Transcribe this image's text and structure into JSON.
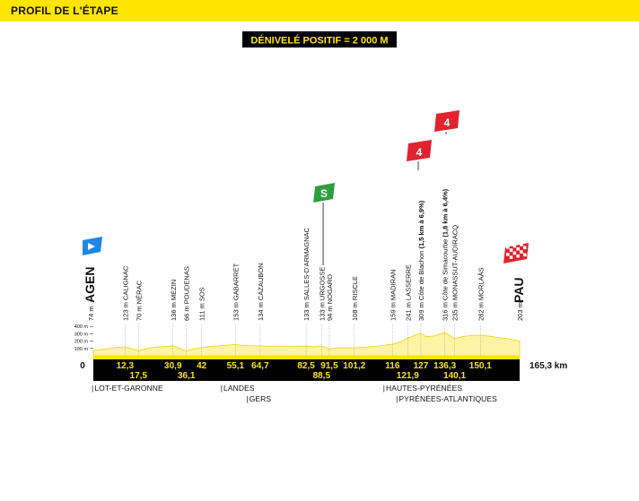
{
  "header": {
    "title": "PROFIL DE L'ÉTAPE"
  },
  "elevation_gain": "DÉNIVELÉ POSITIF = 2 000 M",
  "y_axis_ticks": [
    "400 m",
    "300 m",
    "200 m",
    "100 m"
  ],
  "distance": {
    "start": "0",
    "end": "165,3 km"
  },
  "start_town": {
    "name": "AGEN",
    "alt": "74 m"
  },
  "finish_town": {
    "name": "PAU",
    "alt": "203 m"
  },
  "places": [
    {
      "label": "123 m CALIGNAC",
      "km": 12.3
    },
    {
      "label": "70 m NÉRAC",
      "km": 17.5
    },
    {
      "label": "136 m MÉZIN",
      "km": 30.9
    },
    {
      "label": "66 m POUDENAS",
      "km": 36.1
    },
    {
      "label": "111 m SOS",
      "km": 42
    },
    {
      "label": "153 m GABARRET",
      "km": 55.1
    },
    {
      "label": "134 m CAZAUBON",
      "km": 64.7
    },
    {
      "label": "133 m SALLES-D'ARMAGNAC",
      "km": 82.5
    },
    {
      "label": "94 m NOGARO",
      "km": 91.5
    },
    {
      "label": "133 m URGOSSE",
      "km": 88.5
    },
    {
      "label": "108 m RISCLE",
      "km": 101.2
    },
    {
      "label": "159 m MADIRAN",
      "km": 116
    },
    {
      "label": "241 m LASSERRE",
      "km": 121.9
    },
    {
      "label": "309 m Côte de Blachon",
      "bold": "(1,5 km à 6,9%)",
      "km": 127
    },
    {
      "label": "316 m Côte de Simacourbe",
      "bold": "(1,8 km à 6,4%)",
      "km": 136.3
    },
    {
      "label": "235 m MONASSUT-AUDIRACQ",
      "km": 140.1
    },
    {
      "label": "282 m MORLAÀS",
      "km": 150.1
    }
  ],
  "km_labels_top": [
    {
      "text": "12,3",
      "km": 12.3
    },
    {
      "text": "30,9",
      "km": 30.9
    },
    {
      "text": "42",
      "km": 42
    },
    {
      "text": "55,1",
      "km": 55.1
    },
    {
      "text": "64,7",
      "km": 64.7
    },
    {
      "text": "82,5",
      "km": 82.5
    },
    {
      "text": "91,5",
      "km": 91.5
    },
    {
      "text": "101,2",
      "km": 101.2
    },
    {
      "text": "116",
      "km": 116
    },
    {
      "text": "127",
      "km": 127
    },
    {
      "text": "136,3",
      "km": 136.3
    },
    {
      "text": "150,1",
      "km": 150.1
    }
  ],
  "km_labels_bottom": [
    {
      "text": "17,5",
      "km": 17.5
    },
    {
      "text": "36,1",
      "km": 36.1
    },
    {
      "text": "88,5",
      "km": 88.5
    },
    {
      "text": "121,9",
      "km": 121.9
    },
    {
      "text": "140,1",
      "km": 140.1
    }
  ],
  "flags": [
    {
      "type": "start",
      "color": "#1e88e5",
      "km": 0
    },
    {
      "type": "sprint",
      "text": "S",
      "color": "#2e9e3e",
      "km": 82.5
    },
    {
      "type": "climb",
      "text": "4",
      "color": "#e0232e",
      "km": 127
    },
    {
      "type": "climb",
      "text": "4",
      "color": "#e0232e",
      "km": 136.3
    },
    {
      "type": "finish",
      "color": "#e0232e",
      "km": 165.3
    }
  ],
  "profile_points": [
    [
      0,
      74
    ],
    [
      4,
      90
    ],
    [
      8,
      110
    ],
    [
      12.3,
      123
    ],
    [
      15,
      95
    ],
    [
      17.5,
      70
    ],
    [
      22,
      110
    ],
    [
      27,
      125
    ],
    [
      30.9,
      136
    ],
    [
      33,
      110
    ],
    [
      36.1,
      66
    ],
    [
      39,
      95
    ],
    [
      42,
      111
    ],
    [
      47,
      130
    ],
    [
      52,
      145
    ],
    [
      55.1,
      153
    ],
    [
      59,
      140
    ],
    [
      64.7,
      134
    ],
    [
      70,
      128
    ],
    [
      76,
      130
    ],
    [
      82.5,
      133
    ],
    [
      85,
      120
    ],
    [
      88.5,
      133
    ],
    [
      91.5,
      94
    ],
    [
      95,
      110
    ],
    [
      101.2,
      108
    ],
    [
      106,
      120
    ],
    [
      111,
      135
    ],
    [
      116,
      159
    ],
    [
      119,
      190
    ],
    [
      121.9,
      241
    ],
    [
      124,
      270
    ],
    [
      127,
      309
    ],
    [
      129,
      260
    ],
    [
      132,
      270
    ],
    [
      136.3,
      316
    ],
    [
      138,
      280
    ],
    [
      140.1,
      235
    ],
    [
      143,
      260
    ],
    [
      146,
      275
    ],
    [
      150.1,
      282
    ],
    [
      153,
      270
    ],
    [
      157,
      250
    ],
    [
      161,
      230
    ],
    [
      165.3,
      203
    ]
  ],
  "regions": [
    {
      "text": "LOT-ET-GARONNE",
      "row": 1,
      "km": 0
    },
    {
      "text": "LANDES",
      "row": 1,
      "km": 50
    },
    {
      "text": "GERS",
      "row": 2,
      "km": 60
    },
    {
      "text": "HAUTES-PYRÉNÉES",
      "row": 1,
      "km": 113
    },
    {
      "text": "PYRÉNÉES-ATLANTIQUES",
      "row": 2,
      "km": 118
    }
  ],
  "colors": {
    "yellow": "#ffe500",
    "black": "#000000",
    "profile_fill": "#fff3a6",
    "profile_line": "#f2d200"
  }
}
